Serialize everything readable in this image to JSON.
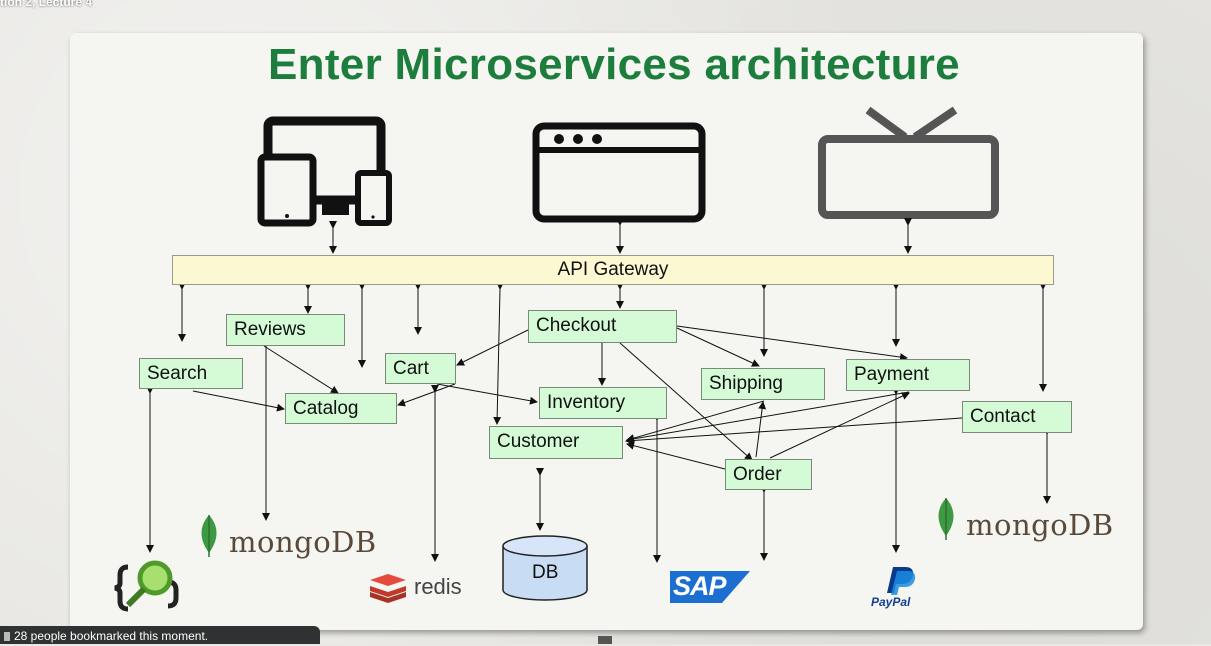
{
  "lecture_label": "tion 2, Lecture 4",
  "slide": {
    "title": "Enter Microservices architecture",
    "gateway": "API Gateway",
    "services": {
      "reviews": "Reviews",
      "checkout": "Checkout",
      "search": "Search",
      "cart": "Cart",
      "payment": "Payment",
      "shipping": "Shipping",
      "catalog": "Catalog",
      "inventory": "Inventory",
      "contact": "Contact",
      "customer": "Customer",
      "order": "Order"
    },
    "stores": {
      "db": "DB",
      "mongo_left": "mongoDB",
      "mongo_right": "mongoDB",
      "redis": "redis",
      "sap": "SAP",
      "paypal": "PayPal"
    },
    "clients": [
      "devices-icon",
      "browser-window-icon",
      "tv-icon"
    ]
  },
  "bookmark": {
    "text": "28 people bookmarked this moment."
  }
}
